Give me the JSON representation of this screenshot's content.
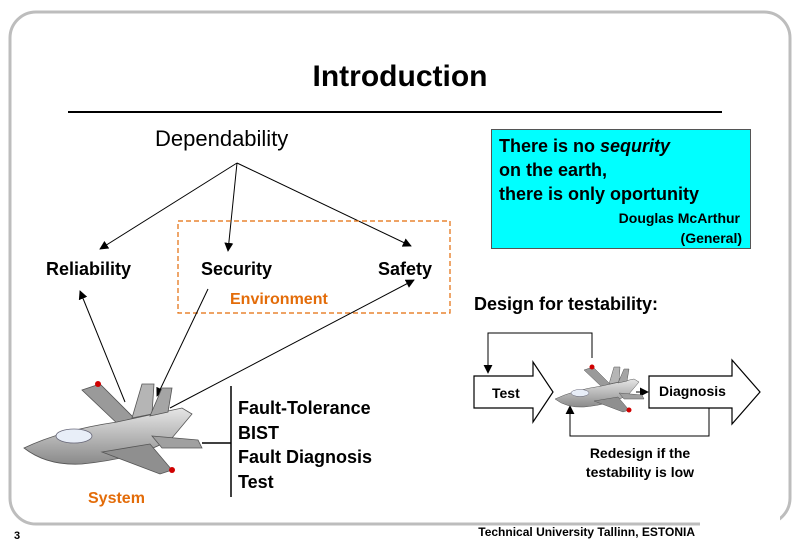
{
  "slide": {
    "title": "Introduction",
    "page_number": "3",
    "footer": "Technical University Tallinn, ESTONIA"
  },
  "tree": {
    "root": "Dependability",
    "children": [
      "Reliability",
      "Security",
      "Safety"
    ],
    "environment_label": "Environment",
    "system_label": "System"
  },
  "quote": {
    "line1_prefix": "There is no ",
    "line1_emphasis": "sequrity",
    "line2": "on the earth,",
    "line3": "there is only oportunity",
    "author": "Douglas McArthur",
    "author_title": "(General)"
  },
  "methods": [
    "Fault-Tolerance",
    "BIST",
    "Fault Diagnosis",
    "Test"
  ],
  "testability": {
    "heading": "Design for testability:",
    "test_label": "Test",
    "diagnosis_label": "Diagnosis",
    "redesign_line1": "Redesign if the",
    "redesign_line2": "testability is low"
  },
  "colors": {
    "quote_background": "#00ffff",
    "accent_orange": "#e36c09",
    "frame": "#b0b0b0"
  }
}
